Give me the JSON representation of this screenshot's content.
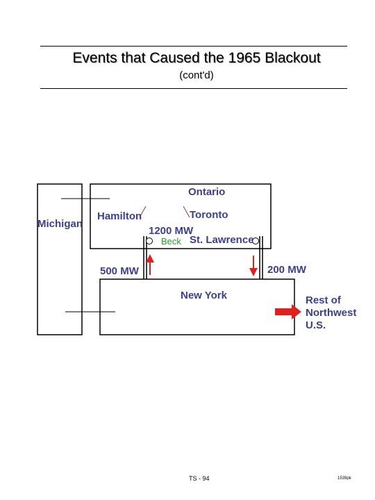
{
  "header": {
    "title": "Events that Caused the 1965 Blackout",
    "subtitle": "(cont'd)"
  },
  "diagram": {
    "regions": {
      "michigan": "Michigan",
      "ontario": "Ontario",
      "new_york": "New York",
      "rest_of_northwest": [
        "Rest of",
        "Northwest",
        "U.S."
      ]
    },
    "cities": {
      "hamilton": "Hamilton",
      "toronto": "Toronto"
    },
    "stations": {
      "beck": "Beck",
      "st_lawrence": "St. Lawrence"
    },
    "flows": {
      "ontario_load": "1200 MW",
      "beck_tie": "500 MW",
      "st_lawrence_tie": "200 MW"
    },
    "colors": {
      "label": "#3b3f8c",
      "beck": "#22a022",
      "arrow": "#e02020"
    }
  },
  "footer": {
    "page": "TS - 94",
    "code": "1539pk"
  }
}
